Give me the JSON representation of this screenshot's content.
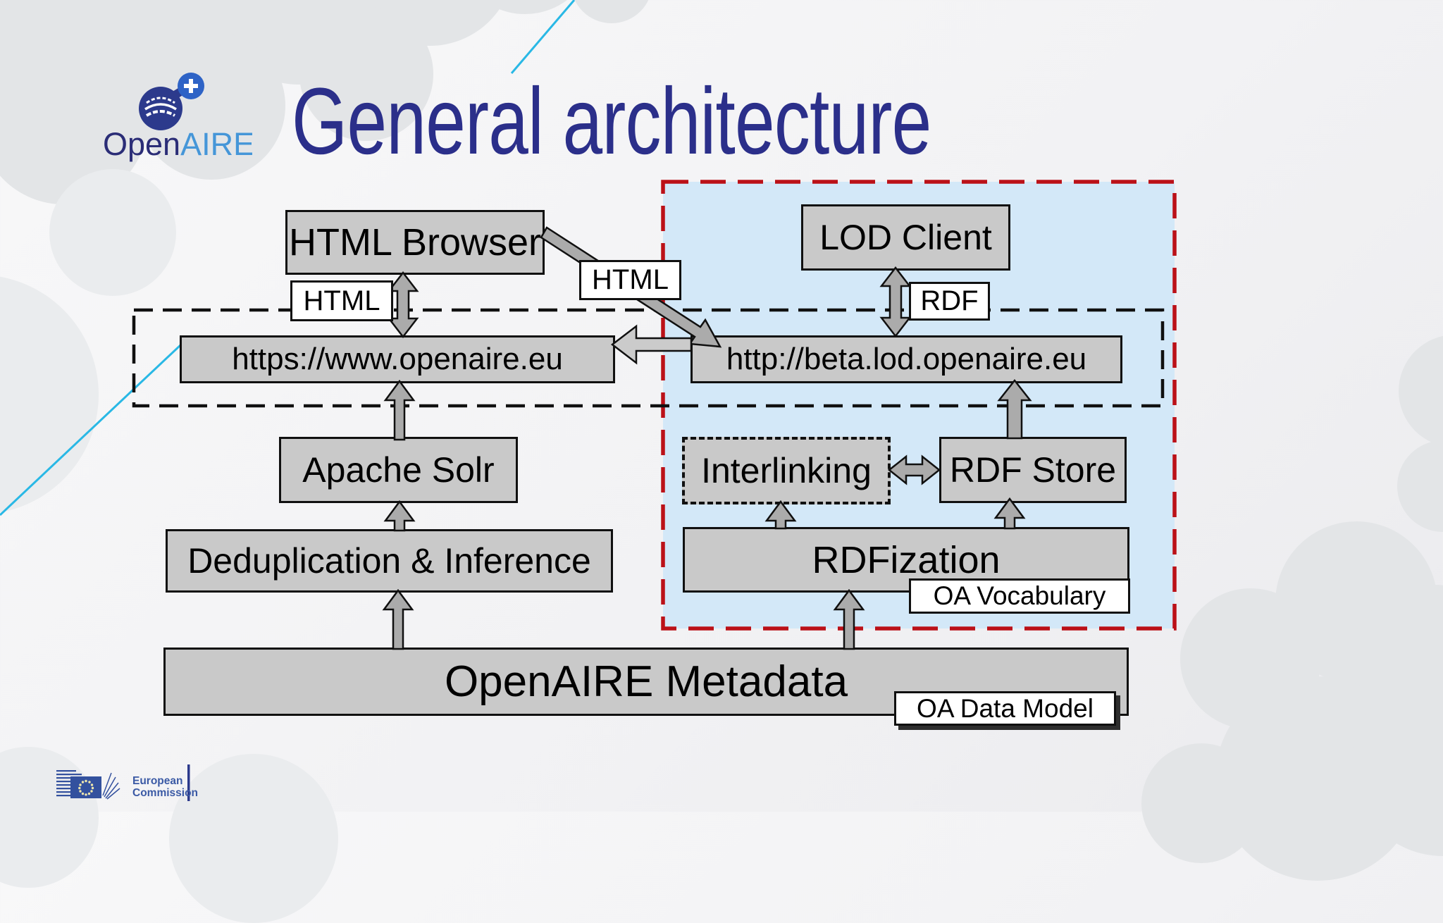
{
  "header": {
    "title": "General architecture",
    "logo": {
      "open": "Open",
      "aire": "AIRE",
      "plus": "+"
    }
  },
  "diagram": {
    "nodes": [
      {
        "id": "html-browser",
        "label": "HTML Browser"
      },
      {
        "id": "lod-client",
        "label": "LOD Client"
      },
      {
        "id": "openaire-portal",
        "label": "https://www.openaire.eu"
      },
      {
        "id": "lod-endpoint",
        "label": "http://beta.lod.openaire.eu"
      },
      {
        "id": "apache-solr",
        "label": "Apache Solr"
      },
      {
        "id": "interlinking",
        "label": "Interlinking"
      },
      {
        "id": "rdf-store",
        "label": "RDF Store"
      },
      {
        "id": "deduplication",
        "label": "Deduplication & Inference"
      },
      {
        "id": "rdfization",
        "label": "RDFization"
      },
      {
        "id": "openaire-metadata",
        "label": "OpenAIRE Metadata"
      }
    ],
    "edge_labels": {
      "browser_portal": "HTML",
      "browser_endpoint": "HTML",
      "client_endpoint": "RDF"
    },
    "tags": {
      "vocabulary": "OA Vocabulary",
      "data_model": "OA Data Model"
    },
    "colors": {
      "node_fill": "#c9c9c9",
      "node_border": "#101010",
      "lod_region_fill": "#d3e8f8",
      "lod_region_border": "#bb1118",
      "dashed_region_border": "#101010",
      "arrow_fill": "#ababab",
      "accent_line": "#29b8e5",
      "title_color": "#2b2f8a"
    }
  },
  "footer": {
    "organization_line1": "European",
    "organization_line2": "Commission"
  }
}
